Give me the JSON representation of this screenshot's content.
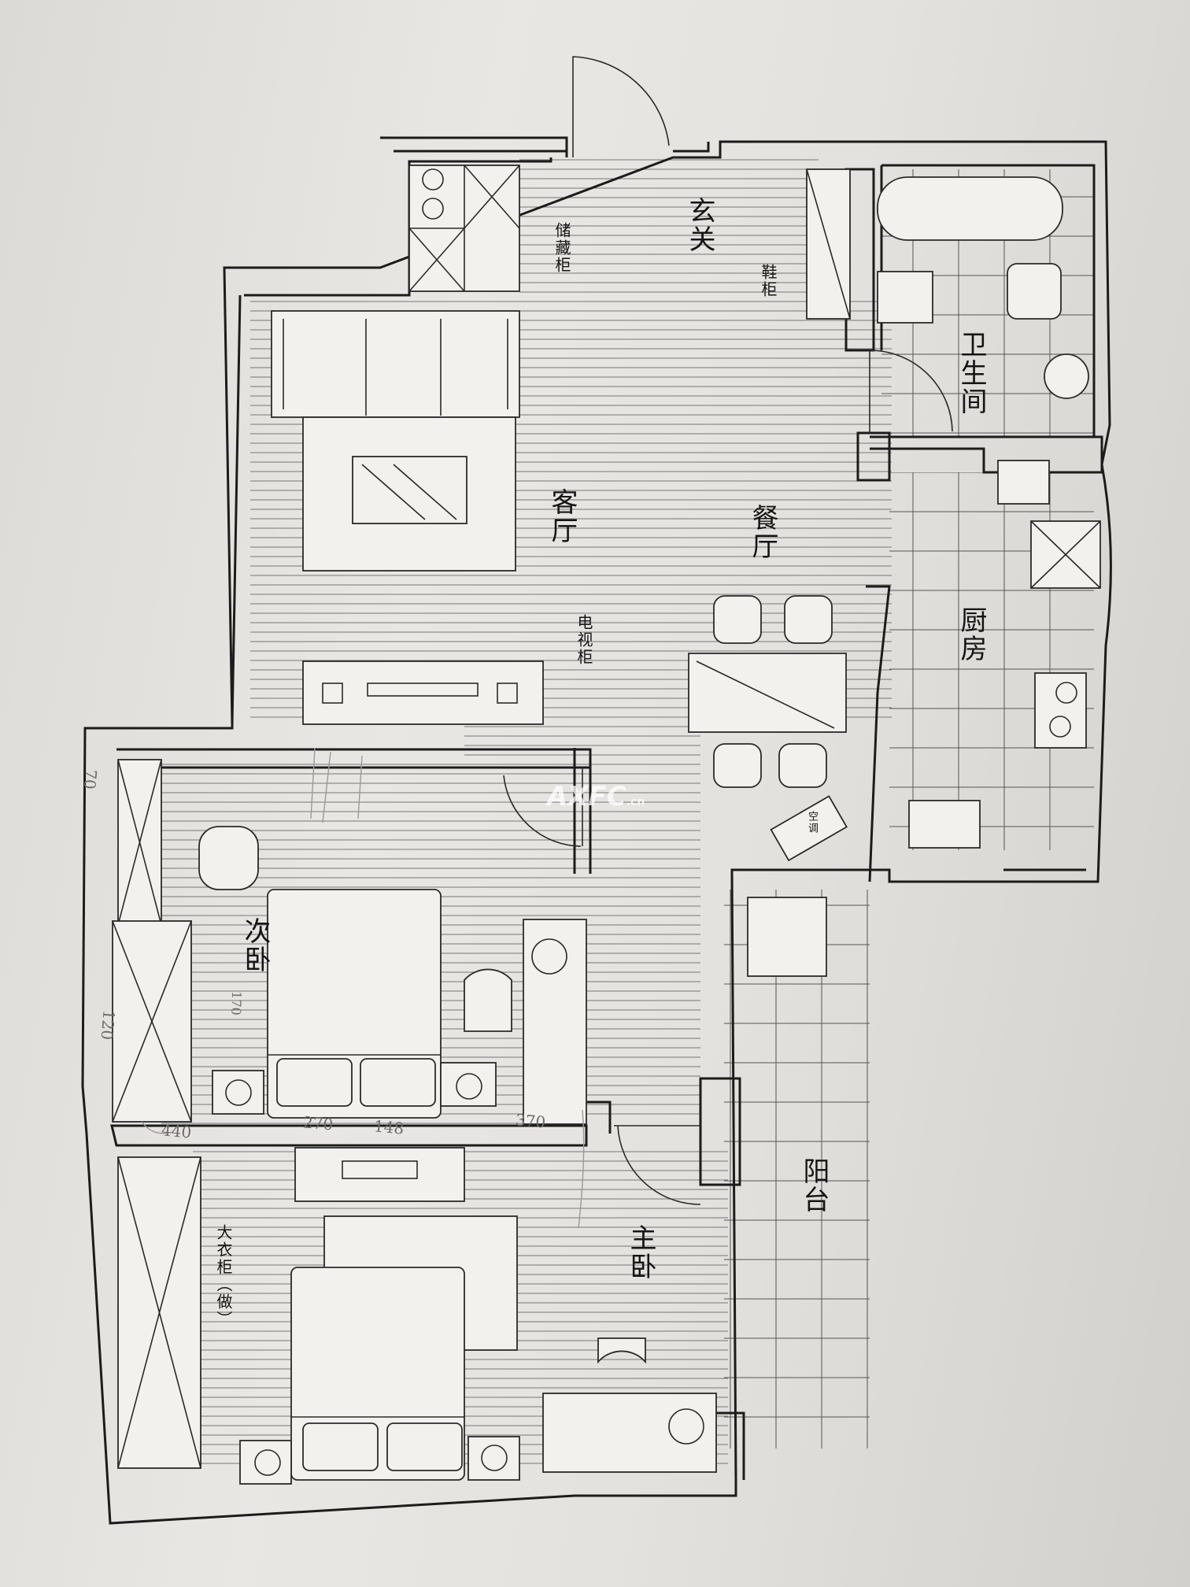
{
  "rooms": {
    "entrance": "玄关",
    "storage_cabinet": "储藏柜",
    "shoe_cabinet": "鞋柜",
    "bathroom": "卫生间",
    "living_room": "客厅",
    "dining_room": "餐厅",
    "tv_cabinet": "电视柜",
    "kitchen": "厨房",
    "second_bedroom": "次卧",
    "master_bedroom": "主卧",
    "wardrobe": "大衣柜（做）",
    "balcony": "阳台",
    "ac_unit": "空调"
  },
  "handwritten": {
    "dim_270": "270",
    "dim_370": "370",
    "dim_120": "120",
    "dim_148": "148",
    "dim_170": "170",
    "dim_70": "70",
    "dim_440": "440"
  },
  "watermark": {
    "brand": "AXFC",
    "suffix": ".cn"
  }
}
